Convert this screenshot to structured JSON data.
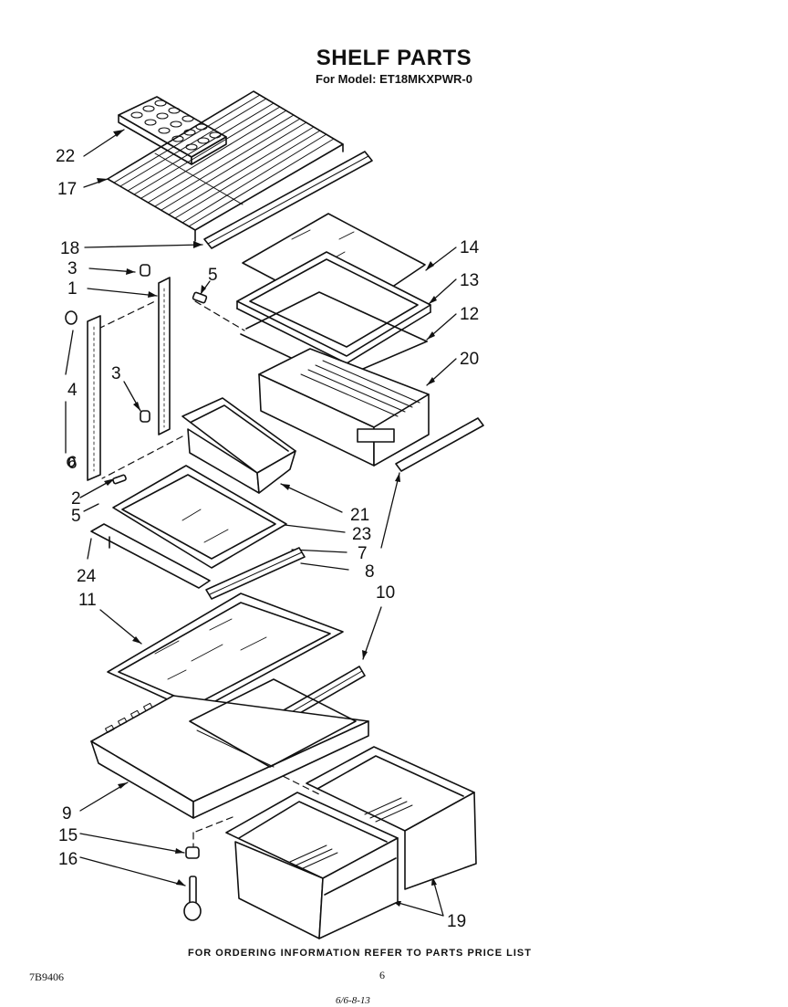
{
  "header": {
    "title": "SHELF PARTS",
    "subtitle": "For Model: ET18MKXPWR-0"
  },
  "callouts": [
    {
      "num": "22"
    },
    {
      "num": "17"
    },
    {
      "num": "18"
    },
    {
      "num": "3"
    },
    {
      "num": "1"
    },
    {
      "num": "5"
    },
    {
      "num": "4"
    },
    {
      "num": "3"
    },
    {
      "num": "6"
    },
    {
      "num": "2"
    },
    {
      "num": "5"
    },
    {
      "num": "24"
    },
    {
      "num": "11"
    },
    {
      "num": "9"
    },
    {
      "num": "15"
    },
    {
      "num": "16"
    },
    {
      "num": "14"
    },
    {
      "num": "13"
    },
    {
      "num": "12"
    },
    {
      "num": "20"
    },
    {
      "num": "21"
    },
    {
      "num": "23"
    },
    {
      "num": "7"
    },
    {
      "num": "8"
    },
    {
      "num": "10"
    },
    {
      "num": "19"
    }
  ],
  "footer": {
    "ordering_note": "FOR ORDERING INFORMATION REFER TO PARTS PRICE LIST",
    "diagram_code": "7B9406",
    "page_number": "6",
    "date_code": "6/6-8-13"
  }
}
